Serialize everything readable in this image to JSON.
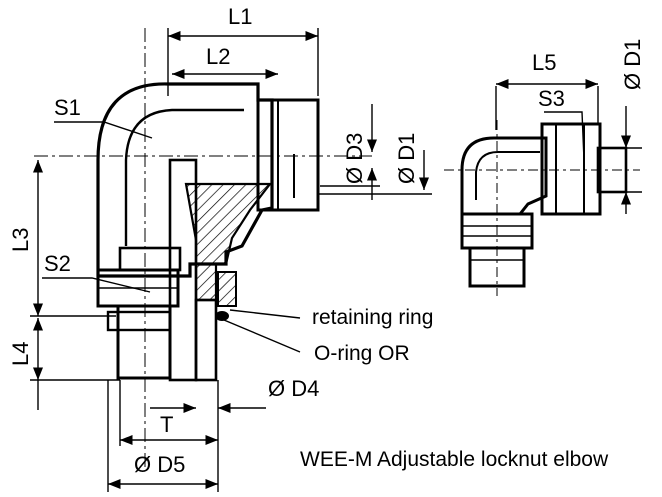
{
  "labels": {
    "L1": "L1",
    "L2": "L2",
    "L3": "L3",
    "L4": "L4",
    "L5": "L5",
    "S1": "S1",
    "S2": "S2",
    "S3": "S3",
    "D1_main": "Ø D1",
    "D3": "Ø D3",
    "D1_small": "Ø D1",
    "D4": "Ø D4",
    "D5": "Ø D5",
    "T": "T",
    "retaining_ring": "retaining ring",
    "o_ring": "O-ring OR",
    "caption": "WEE-M Adjustable locknut elbow"
  }
}
